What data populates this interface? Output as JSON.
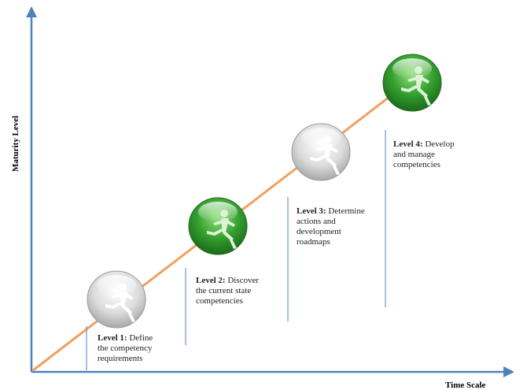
{
  "y_axis_label": "Maturity Level",
  "x_axis_label": "Time Scale",
  "levels": [
    {
      "title": "Level 1:",
      "text": " Define\n the competency\nrequirements",
      "icon": "runner-icon",
      "state": "inactive"
    },
    {
      "title": "Level 2:",
      "text": "  Discover\nthe current state\ncompetencies",
      "icon": "runner-icon",
      "state": "active"
    },
    {
      "title": "Level 3:",
      "text": " Determine\nactions and\ndevelopment\nroadmaps",
      "icon": "runner-icon",
      "state": "inactive"
    },
    {
      "title": "Level 4:",
      "text": " Develop\nand manage\ncompetencies",
      "icon": "runner-icon",
      "state": "active"
    }
  ],
  "colors": {
    "axis": "#4f81bd",
    "progress_line": "#f0a060",
    "active_button": "#3aa03a",
    "inactive_button": "#d4d4d4"
  }
}
